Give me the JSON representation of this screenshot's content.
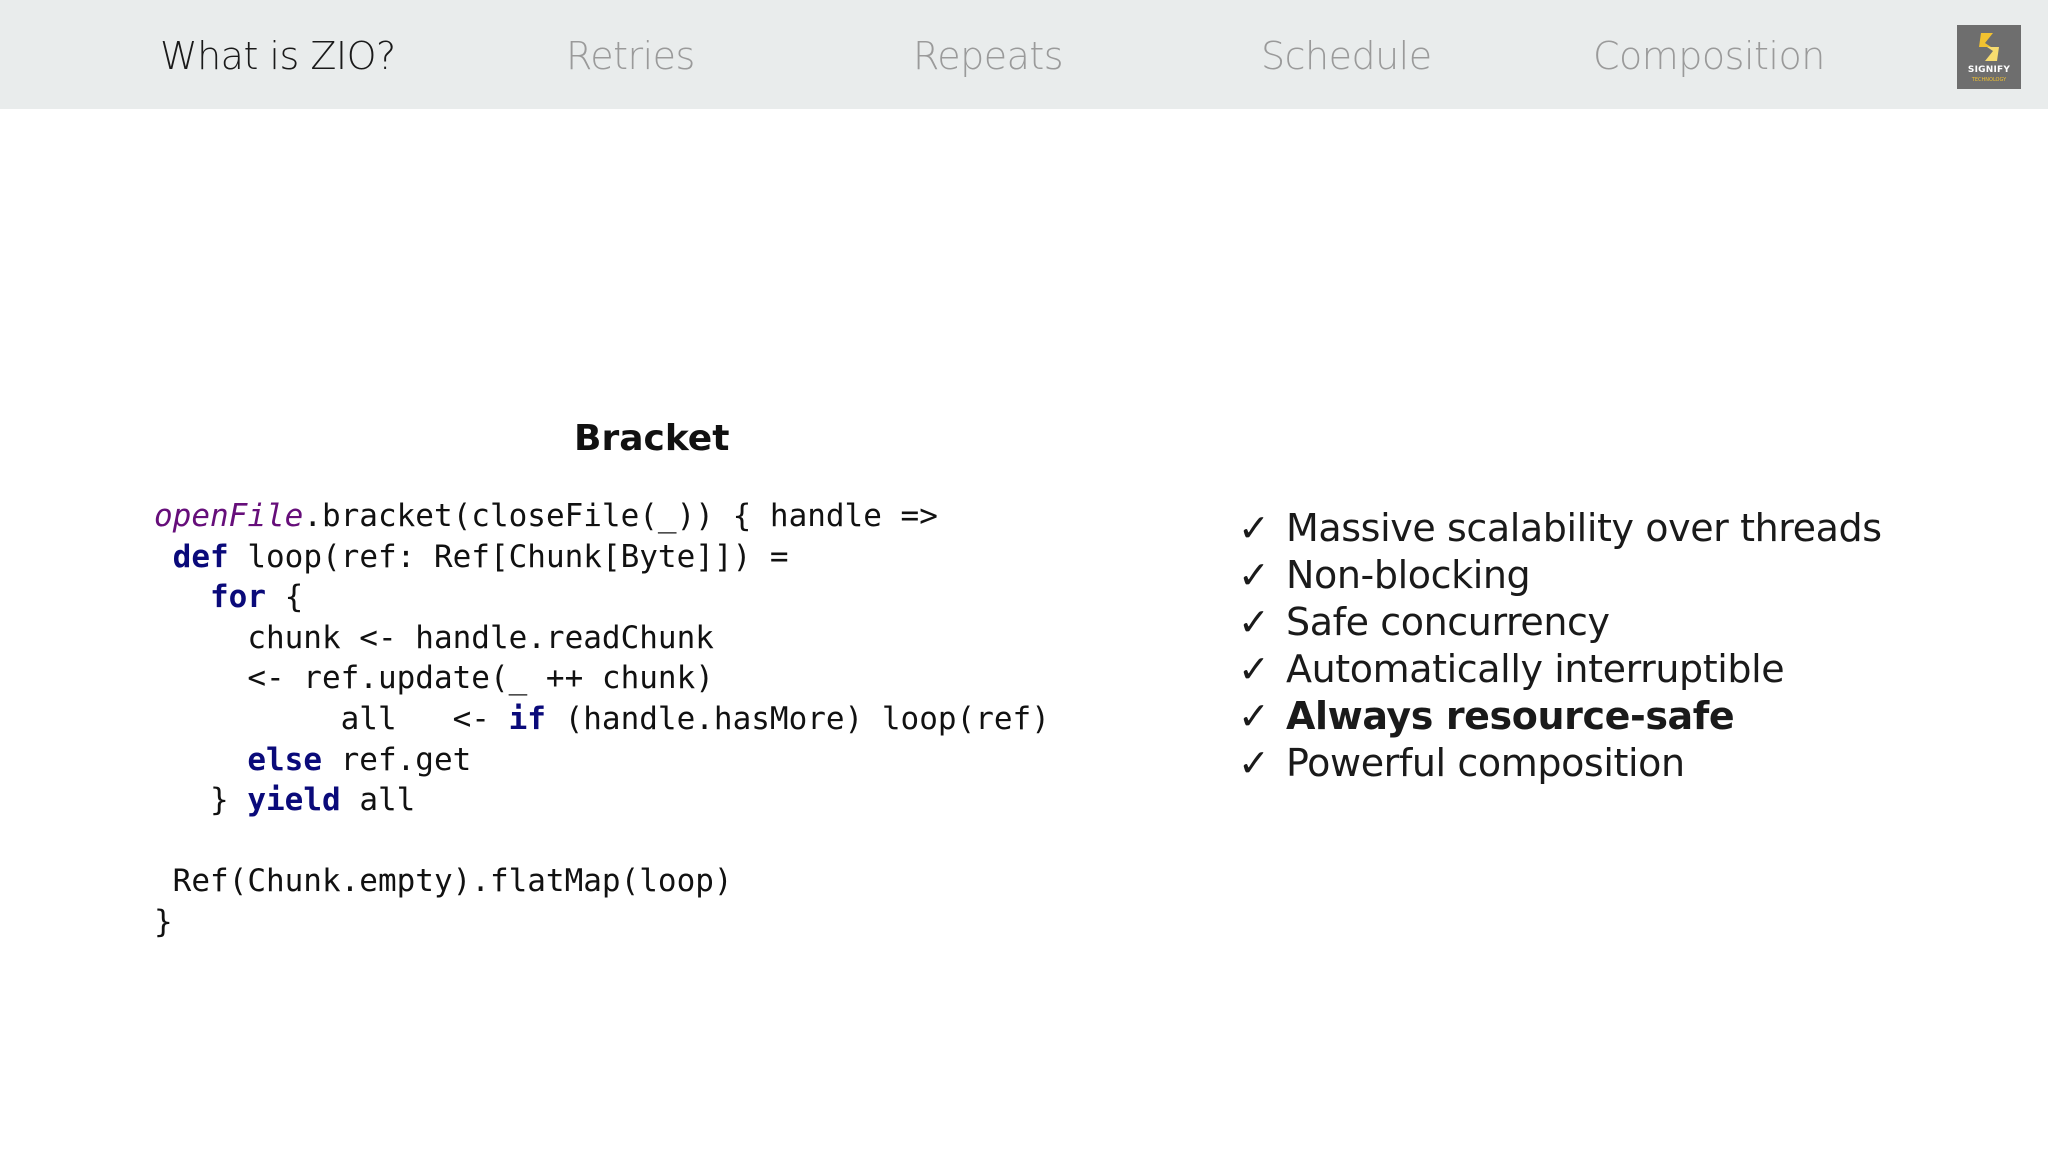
{
  "nav": {
    "items": [
      {
        "label": "What is ZIO?",
        "active": true
      },
      {
        "label": "Retries",
        "active": false
      },
      {
        "label": "Repeats",
        "active": false
      },
      {
        "label": "Schedule",
        "active": false
      },
      {
        "label": "Composition",
        "active": false
      }
    ],
    "active_color": "#1a1a1a",
    "inactive_color": "#9a9a9a",
    "background": "#e9ecec"
  },
  "logo": {
    "name": "SIGNIFY",
    "tagline": "TECHNOLOGY",
    "icon": "signify-logo-icon",
    "accent": "#f2c230",
    "background": "#6e6e6e"
  },
  "code_block": {
    "title": "Bracket",
    "lines": [
      [
        {
          "t": "openFile",
          "c": "fn"
        },
        {
          "t": ".bracket(closeFile(_)) { handle =>",
          "c": ""
        }
      ],
      [
        {
          "t": " ",
          "c": ""
        },
        {
          "t": "def",
          "c": "kw"
        },
        {
          "t": " loop(ref: Ref[Chunk[Byte]]) =",
          "c": ""
        }
      ],
      [
        {
          "t": "   ",
          "c": ""
        },
        {
          "t": "for",
          "c": "kw"
        },
        {
          "t": " {",
          "c": ""
        }
      ],
      [
        {
          "t": "     chunk <- handle.readChunk",
          "c": ""
        }
      ],
      [
        {
          "t": "     <- ref.update(_ ++ chunk)",
          "c": ""
        }
      ],
      [
        {
          "t": "          all   <- ",
          "c": ""
        },
        {
          "t": "if",
          "c": "kw"
        },
        {
          "t": " (handle.hasMore) loop(ref)",
          "c": ""
        }
      ],
      [
        {
          "t": "     ",
          "c": ""
        },
        {
          "t": "else",
          "c": "kw"
        },
        {
          "t": " ref.get",
          "c": ""
        }
      ],
      [
        {
          "t": "   } ",
          "c": ""
        },
        {
          "t": "yield",
          "c": "kw"
        },
        {
          "t": " all",
          "c": ""
        }
      ],
      [
        {
          "t": "",
          "c": ""
        }
      ],
      [
        {
          "t": " Ref(Chunk.empty).flatMap(loop)",
          "c": ""
        }
      ],
      [
        {
          "t": "}",
          "c": ""
        }
      ]
    ],
    "keyword_color": "#0a0a7a",
    "function_color": "#660e7a"
  },
  "features": {
    "check_glyph": "✓",
    "items": [
      {
        "label": "Massive scalability over threads",
        "bold": false
      },
      {
        "label": "Non-blocking",
        "bold": false
      },
      {
        "label": "Safe concurrency",
        "bold": false
      },
      {
        "label": "Automatically interruptible",
        "bold": false
      },
      {
        "label": "Always resource-safe",
        "bold": true
      },
      {
        "label": "Powerful composition",
        "bold": false
      }
    ]
  }
}
